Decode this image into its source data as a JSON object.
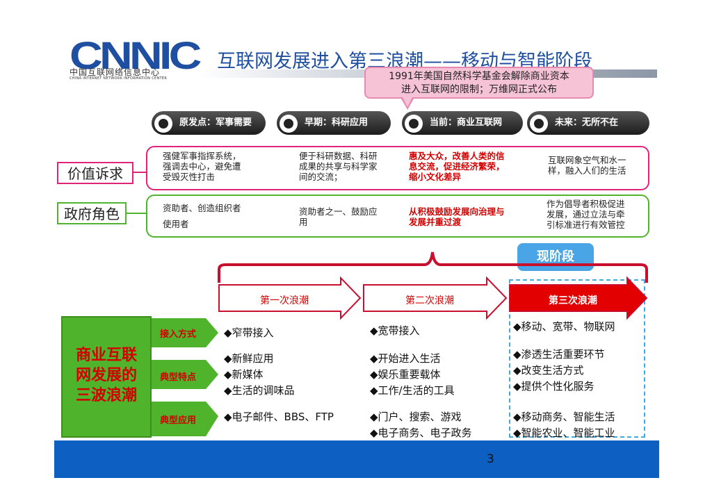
{
  "logo": {
    "mark": "CNNIC",
    "cn": "中国互联网络信息中心",
    "en": "CHINA INTERNET NETWORK INFORMATION CENTER"
  },
  "title": "互联网发展进入第三浪潮——移动与智能阶段",
  "callout": {
    "line1": "1991年美国自然科学基金会解除商业资本",
    "line2": "进入互联网的限制；万维网正式公布"
  },
  "stages": [
    "原发点：军事需要",
    "早期：科研应用",
    "当前：商业互联网",
    "未来：无所不在"
  ],
  "value_row": {
    "label": "价值诉求",
    "cells": [
      {
        "lines": [
          "强健军事指挥系统，",
          "强调去中心，避免遭",
          "受毁灭性打击"
        ]
      },
      {
        "lines": [
          "便于科研数据、科研",
          "成果的共享与科学家",
          "间的交流；"
        ]
      },
      {
        "lines": [
          "惠及大众，改善人类的信",
          "息交流，促进经济繁荣，",
          "缩小文化差异"
        ]
      },
      {
        "lines": [
          "互联网象空气和水一",
          "样，融入人们的生活"
        ]
      }
    ]
  },
  "gov_row": {
    "label": "政府角色",
    "cells": [
      {
        "lines": [
          "资助者、创造组织者",
          "使用者"
        ]
      },
      {
        "lines": [
          "资助者之一、鼓励应",
          "用"
        ]
      },
      {
        "lines": [
          "从积极鼓励发展向治理与",
          "发展并重过渡"
        ]
      },
      {
        "lines": [
          "作为倡导者积极促进",
          "发展，通过立法与牵",
          "引标准进行有效管控"
        ]
      }
    ]
  },
  "now_label": "现阶段",
  "waves": [
    "第一次浪潮",
    "第二次浪潮",
    "第三次浪潮"
  ],
  "table": {
    "main": [
      "商业互联",
      "网发展的",
      "三波浪潮"
    ],
    "rows": [
      {
        "label": "接入方式",
        "waves": [
          [
            "◆窄带接入"
          ],
          [
            "◆宽带接入"
          ],
          [
            "◆移动、宽带、物联网"
          ]
        ]
      },
      {
        "label": "典型特点",
        "waves": [
          [
            "◆新鲜应用",
            "◆新媒体",
            "◆生活的调味品"
          ],
          [
            "◆开始进入生活",
            "◆娱乐重要载体",
            "◆工作/生活的工具"
          ],
          [
            "◆渗透生活重要环节",
            "◆改变生活方式",
            "◆提供个性化服务"
          ]
        ]
      },
      {
        "label": "典型应用",
        "waves": [
          [
            "◆电子邮件、BBS、FTP"
          ],
          [
            "◆门户、搜索、游戏",
            "◆电子商务、电子政务"
          ],
          [
            "◆移动商务、智能生活",
            "◆智能农业、智能工业"
          ]
        ]
      }
    ]
  },
  "page_number": "3",
  "colors": {
    "brand": "#1f4fa0",
    "accent_red": "#d40000",
    "green": "#4fb32b",
    "footer": "#0e5fc2",
    "pink": "#e0237a"
  }
}
